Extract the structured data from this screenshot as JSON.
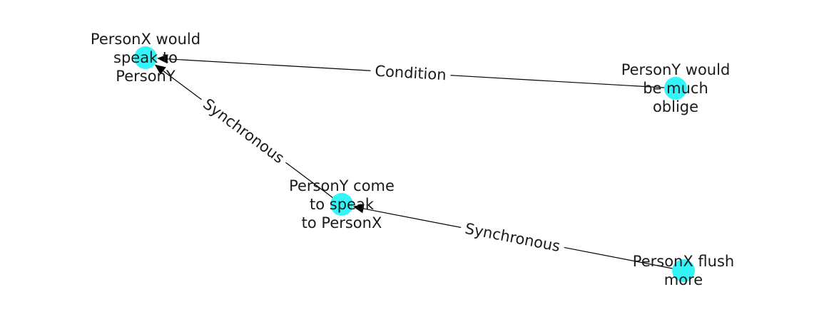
{
  "graph": {
    "node_color": "#33f5f8",
    "edge_color": "#000000",
    "nodes": [
      {
        "id": "n1",
        "lines": [
          "PersonX would",
          "speak to",
          "PersonY"
        ]
      },
      {
        "id": "n2",
        "lines": [
          "PersonY would",
          "be much",
          "oblige"
        ]
      },
      {
        "id": "n3",
        "lines": [
          "PersonY come",
          "to speak",
          "to PersonX"
        ]
      },
      {
        "id": "n4",
        "lines": [
          "PersonX flush",
          "more"
        ]
      }
    ],
    "edges": [
      {
        "from": "n2",
        "to": "n1",
        "label": "Condition"
      },
      {
        "from": "n3",
        "to": "n1",
        "label": "Synchronous"
      },
      {
        "from": "n4",
        "to": "n3",
        "label": "Synchronous"
      }
    ]
  }
}
